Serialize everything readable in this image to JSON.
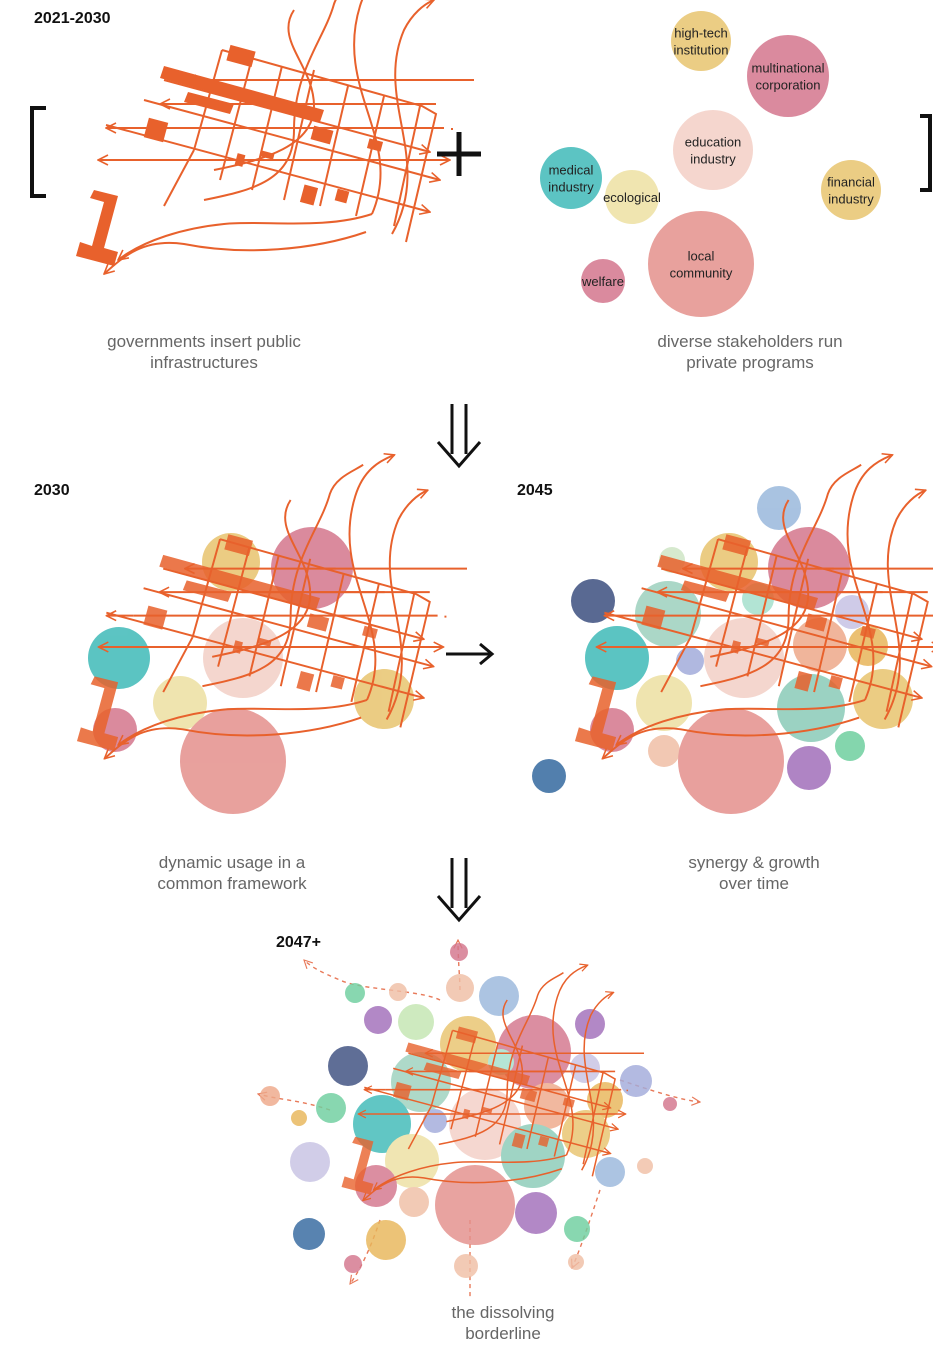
{
  "stages": {
    "s1": {
      "year": "2021-2030"
    },
    "s2": {
      "year": "2030"
    },
    "s3": {
      "year": "2045"
    },
    "s4": {
      "year": "2047+"
    }
  },
  "captions": {
    "left_l1": "governments insert public",
    "left_l2": "infrastructures",
    "right_l1": "diverse stakeholders run",
    "right_l2": "private programs",
    "mid_left_l1": "dynamic usage in a",
    "mid_left_l2": "common framework",
    "mid_right_l1": "synergy & growth",
    "mid_right_l2": "over time",
    "bottom_l1": "the dissolving",
    "bottom_l2": "borderline"
  },
  "stakeholders": [
    {
      "key": "hightech",
      "lines": [
        "high-tech",
        "institution"
      ],
      "color": "#e8c46e"
    },
    {
      "key": "multinational",
      "lines": [
        "multinational",
        "corporation"
      ],
      "color": "#d4768d"
    },
    {
      "key": "education",
      "lines": [
        "education",
        "industry"
      ],
      "color": "#f3cfc6"
    },
    {
      "key": "medical",
      "lines": [
        "medical",
        "industry"
      ],
      "color": "#3fbab8"
    },
    {
      "key": "ecological",
      "lines": [
        "ecological"
      ],
      "color": "#ede0a2"
    },
    {
      "key": "financial",
      "lines": [
        "financial",
        "industry"
      ],
      "color": "#e8c46e"
    },
    {
      "key": "local",
      "lines": [
        "local",
        "community"
      ],
      "color": "#e4908c"
    },
    {
      "key": "welfare",
      "lines": [
        "welfare"
      ],
      "color": "#d4768d"
    }
  ],
  "colors": {
    "infrastructure": "#e8612c",
    "text": "#111111",
    "caption": "#666666"
  },
  "icons": [
    "plus-icon",
    "bracket-icon",
    "double-arrow-down-icon",
    "arrow-right-icon"
  ]
}
